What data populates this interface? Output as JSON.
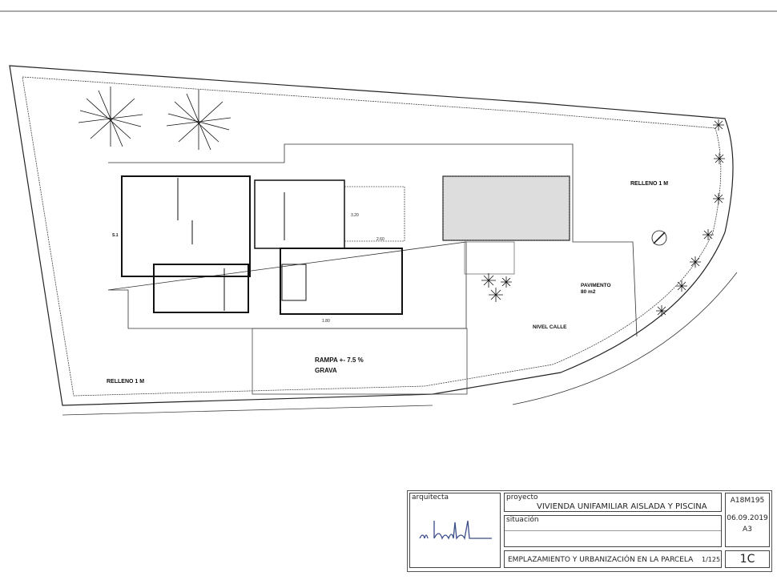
{
  "plan": {
    "labels": {
      "relleno_right": "RELLENO 1 M",
      "relleno_left": "RELLENO 1 M",
      "rampa": "RAMPA +- 7.5 %",
      "grava": "GRAVA",
      "pavimento": "PAVIMENTO",
      "pavimento_area": "80 m2",
      "nivel_calle": "NIVEL CALLE",
      "section_marker": "S.1",
      "dim_terrace": "2.60",
      "dim_window": "1.80",
      "dim_height": "3.20"
    }
  },
  "title_block": {
    "architect_label": "arquitecta",
    "project_label": "proyecto",
    "project_name": "VIVIENDA UNIFAMILIAR AISLADA Y PISCINA",
    "location_label": "situación",
    "drawing_title": "EMPLAZAMIENTO Y URBANIZACIÓN EN LA PARCELA",
    "scale": "1/125",
    "project_code": "A18M195",
    "date": "06.09.2019",
    "paper_size": "A3",
    "sheet_number": "1C"
  }
}
